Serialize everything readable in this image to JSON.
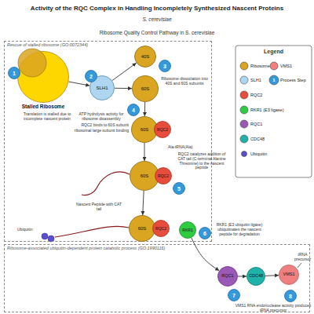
{
  "diagram": {
    "title": "Activity of the RQC Complex in Handling Incompletely Synthesized Nascent Proteins",
    "nodes": [
      {
        "text": [
          "Rescue of stalled ribosome (GO:0072344)"
        ]
      },
      {
        "text": [
          "Stalled Ribosome"
        ],
        "in": 0
      },
      {
        "text": [
          "1"
        ],
        "in": 0
      },
      {
        "text": [
          "SLH1"
        ],
        "in": 0
      },
      {
        "text": [
          "2"
        ],
        "in": 0
      },
      {
        "text": [
          "40S"
        ],
        "in": 0
      },
      {
        "text": [
          "3"
        ],
        "in": 0
      },
      {
        "text": [
          "60S"
        ],
        "in": 0
      },
      {
        "text": [
          "4"
        ],
        "in": 0
      },
      {
        "text": [
          "60S"
        ],
        "in": 0
      },
      {
        "text": [
          "RQC2"
        ],
        "in": 0
      },
      {
        "text": [
          "60S"
        ],
        "in": 0
      },
      {
        "text": [
          "RQC2"
        ],
        "in": 0
      },
      {
        "text": [
          "5"
        ],
        "in": 0
      },
      {
        "text": [
          "60S"
        ],
        "in": 0
      },
      {
        "text": [
          "RQC2"
        ],
        "in": 0
      },
      {
        "text": [
          "RKR1"
        ],
        "in": 0
      },
      {
        "text": [
          "6"
        ],
        "in": 0
      },
      {
        "text": [
          "Ribosome-associated ubiquitin-dependent protein catabolic process (GO:1990116)"
        ]
      },
      {
        "text": [
          "RQC1"
        ],
        "in": 18
      },
      {
        "text": [
          "7"
        ],
        "in": 18
      },
      {
        "text": [
          "CDC48"
        ],
        "in": 18
      },
      {
        "text": [
          "VMS1"
        ],
        "in": 18
      },
      {
        "text": [
          "8"
        ],
        "in": 18
      }
    ],
    "edges": [
      {
        "from": 1,
        "to": 3,
        "arrow": "to"
      },
      {
        "from": 3,
        "to": 5,
        "arrow": "to"
      },
      {
        "from": 3,
        "to": 7,
        "arrow": "to"
      },
      {
        "from": 7,
        "to": 9,
        "arrow": "to"
      },
      {
        "from": 9,
        "to": 11,
        "arrow": "to"
      },
      {
        "from": 11,
        "to": 14,
        "arrow": "to"
      },
      {
        "from": 16,
        "to": 19,
        "arrow": "to"
      },
      {
        "from": 19,
        "to": 21,
        "arrow": "to"
      },
      {
        "from": 21,
        "to": 22,
        "arrow": "to"
      }
    ],
    "labels": [
      "S. cerevisiae",
      "Ribosome Quality Control Pathway in S. cerevisiae",
      "Ribosome dissociation into 40S and 60S subunits",
      "Translation is stalled due to incomplete nascent protein",
      "ATP hydrolysis activity for ribosome disassembly",
      "RQC2 binds to 60S subunit",
      "ribosomal large subunit binding",
      "Ala-tRNA(Ala)",
      "RQC2 catalyzes addition of CAT tail (C-terminal Alanine Threonine) to the nascent peptide",
      "Nascent Peptide with CAT tail",
      "RKR1 (E3 ubiquitin ligase) ubiquitinates the nascent peptide for degradation",
      "Ubiquitin",
      "tRNA precursor",
      "VMS1 RNA endonuclease activity produces tRNA precursor",
      "Legend",
      "1"
    ],
    "legend": [
      {
        "text": "Ribosome",
        "color": "#DAA520"
      },
      {
        "text": "VMS1",
        "color": "#F08080"
      },
      {
        "text": "SLH1",
        "color": "#AED6F1"
      },
      {
        "text": "Process Step",
        "color": "#3498DB"
      },
      {
        "text": "RQC2",
        "color": "#E74C3C"
      },
      {
        "text": "RKR1 (E3 ligase)",
        "color": "#2ECC40"
      },
      {
        "text": "RQC1",
        "color": "#9B59B6"
      },
      {
        "text": "CDC48",
        "color": "#20B2AA"
      },
      {
        "text": "Ubiquitin",
        "color": "#5B4FCF"
      }
    ]
  }
}
